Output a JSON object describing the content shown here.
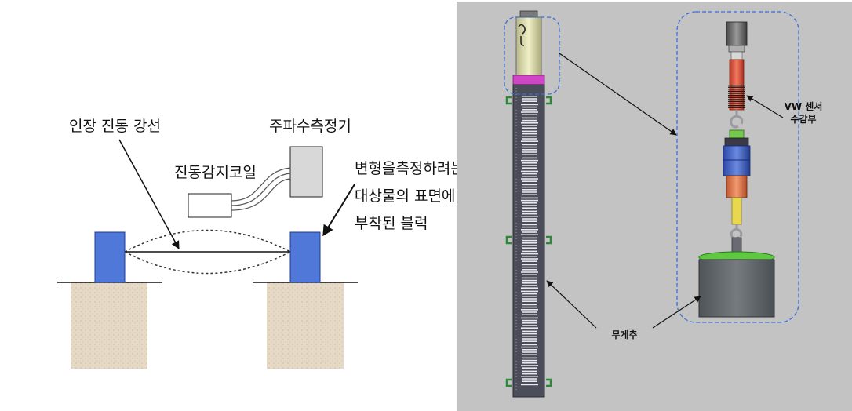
{
  "left_diagram": {
    "labels": {
      "wire": "인장 진동 강선",
      "frequency_meter": "주파수측정기",
      "pickup_coil": "진동감지코일",
      "block_line1": "변형을측정하려는",
      "block_line2": "대상물의 표면에",
      "block_line3": "부착된 블럭"
    }
  },
  "right_diagram": {
    "labels": {
      "sensor_line1": "VW 센서",
      "sensor_line2": "수감부",
      "weight": "무게추"
    },
    "colors": {
      "background": "#c3c3c3",
      "rod": "#4b4e5a",
      "callout_border": "#3a6fd8",
      "top_ring": "#d044c8",
      "weight_cap": "#5ec840",
      "weight_body": "#5f6468"
    }
  },
  "colors": {
    "block_blue": "#4f78d8",
    "soil": "#e6dac6",
    "box_fill": "#d8d8d8"
  }
}
